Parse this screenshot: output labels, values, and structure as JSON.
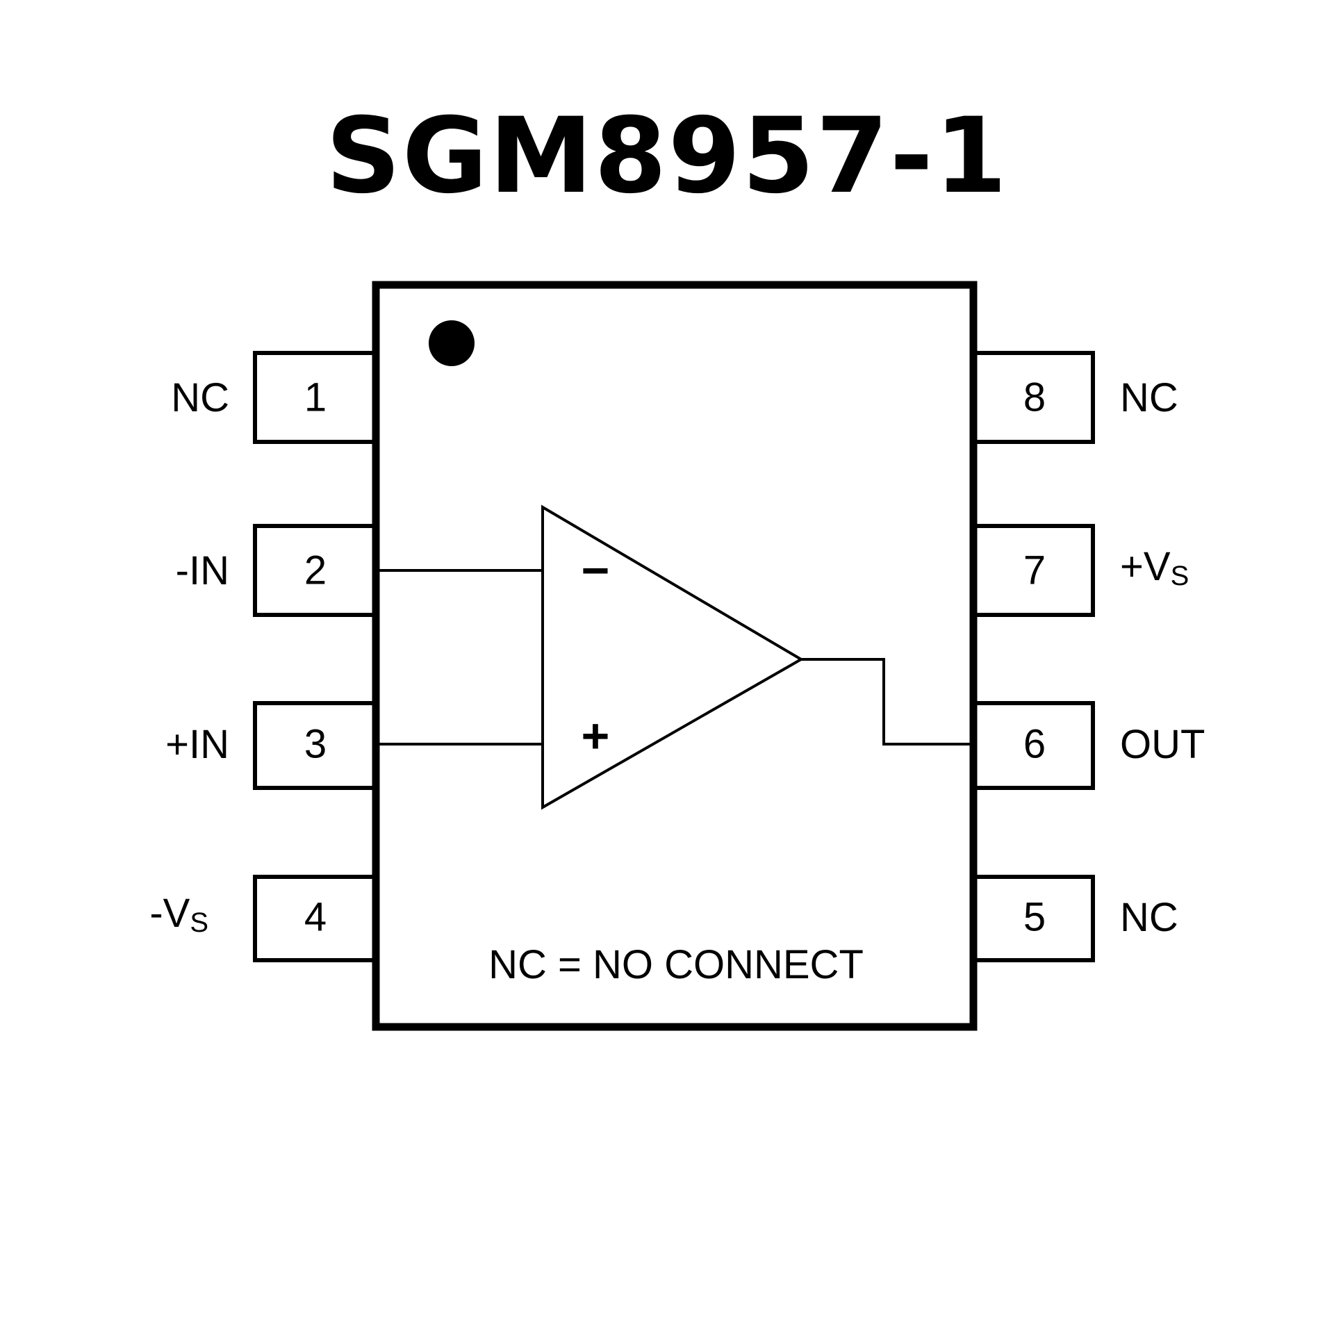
{
  "title": "SGM8957-1",
  "package": {
    "pin1_marker": "dot",
    "note": "NC = NO CONNECT"
  },
  "pins_left": [
    {
      "number": "1",
      "label": "NC",
      "sub": ""
    },
    {
      "number": "2",
      "label": "-IN",
      "sub": ""
    },
    {
      "number": "3",
      "label": "+IN",
      "sub": ""
    },
    {
      "number": "4",
      "label": "-V",
      "sub": "S"
    }
  ],
  "pins_right": [
    {
      "number": "8",
      "label": "NC",
      "sub": ""
    },
    {
      "number": "7",
      "label": "+V",
      "sub": "S"
    },
    {
      "number": "6",
      "label": "OUT",
      "sub": ""
    },
    {
      "number": "5",
      "label": "NC",
      "sub": ""
    }
  ],
  "opamp": {
    "inverting_sign": "−",
    "noninverting_sign": "+",
    "inverting_input_pin": "2",
    "noninverting_input_pin": "3",
    "output_pin": "6"
  }
}
